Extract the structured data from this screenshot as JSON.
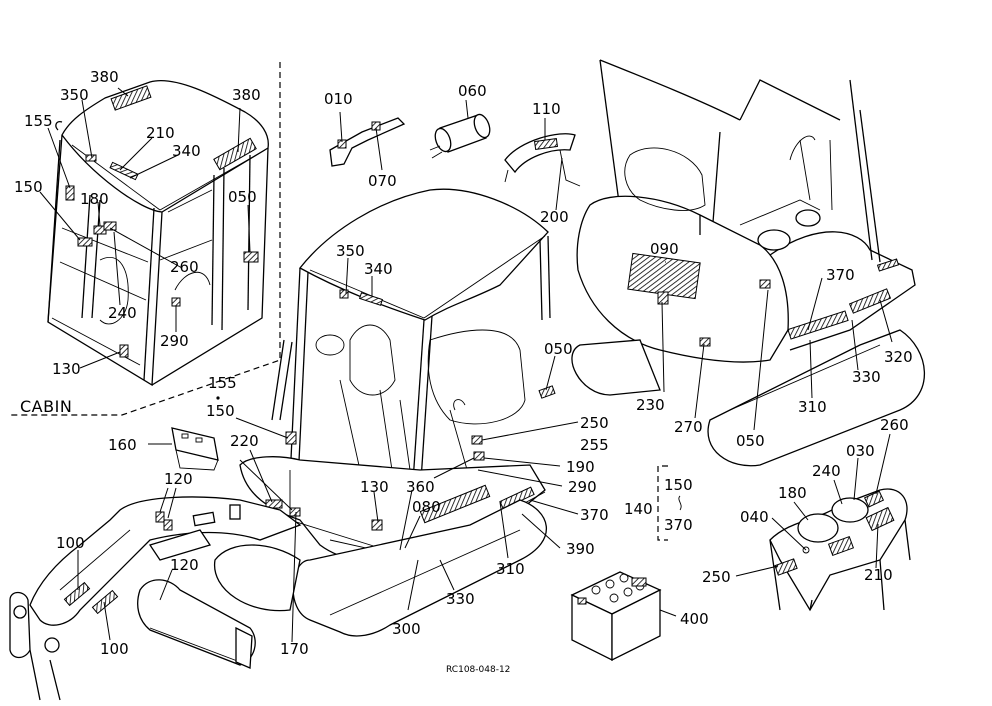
{
  "section_label": "CABIN",
  "drawing_code": "RC108-048-12",
  "callouts": {
    "c380a": "380",
    "c380b": "380",
    "c350a": "350",
    "c155a": "155",
    "c210a": "210",
    "c340a": "340",
    "c150a": "150",
    "c180a": "180",
    "c050a": "050",
    "c260a": "260",
    "c240a": "240",
    "c290a": "290",
    "c130a": "130",
    "c010": "010",
    "c060": "060",
    "c110": "110",
    "c070": "070",
    "c200": "200",
    "c090": "090",
    "c370a": "370",
    "c320": "320",
    "c330a": "330",
    "c310a": "310",
    "c230": "230",
    "c270": "270",
    "c050b": "050",
    "c350b": "350",
    "c340b": "340",
    "c050c": "050",
    "c155b": "155",
    "c150b": "150",
    "c250a": "250",
    "c255": "255",
    "c190": "190",
    "c290b": "290",
    "c370b": "370",
    "c390": "390",
    "c160": "160",
    "c220": "220",
    "c130b": "130",
    "c360": "360",
    "c080": "080",
    "c120a": "120",
    "c120b": "120",
    "c100a": "100",
    "c100b": "100",
    "c170": "170",
    "c300": "300",
    "c330b": "330",
    "c310b": "310",
    "c400": "400",
    "c150c": "150",
    "c140": "140",
    "c370c": "370",
    "c260b": "260",
    "c030": "030",
    "c240b": "240",
    "c180b": "180",
    "c040": "040",
    "c210b": "210",
    "c250b": "250"
  }
}
